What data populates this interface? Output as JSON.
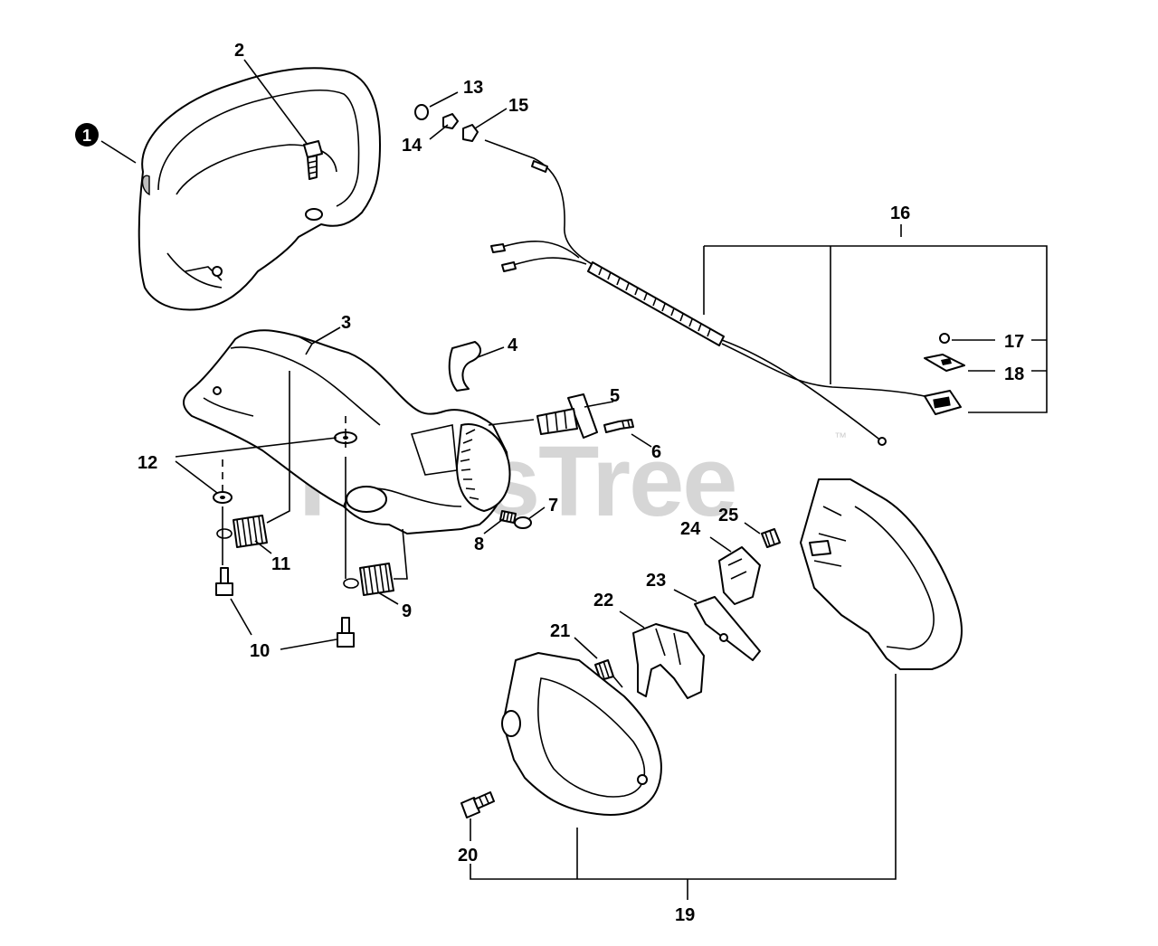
{
  "watermark": {
    "text": "PartsTree",
    "tm": "™"
  },
  "callouts": [
    {
      "id": "c1",
      "text": "1"
    },
    {
      "id": "c2",
      "text": "2"
    },
    {
      "id": "c3",
      "text": "3"
    },
    {
      "id": "c4",
      "text": "4"
    },
    {
      "id": "c5",
      "text": "5"
    },
    {
      "id": "c6",
      "text": "6"
    },
    {
      "id": "c7",
      "text": "7"
    },
    {
      "id": "c8",
      "text": "8"
    },
    {
      "id": "c9",
      "text": "9"
    },
    {
      "id": "c10",
      "text": "10"
    },
    {
      "id": "c11",
      "text": "11"
    },
    {
      "id": "c12",
      "text": "12"
    },
    {
      "id": "c13",
      "text": "13"
    },
    {
      "id": "c14",
      "text": "14"
    },
    {
      "id": "c15",
      "text": "15"
    },
    {
      "id": "c16",
      "text": "16"
    },
    {
      "id": "c17",
      "text": "17"
    },
    {
      "id": "c18",
      "text": "18"
    },
    {
      "id": "c19",
      "text": "19"
    },
    {
      "id": "c20",
      "text": "20"
    },
    {
      "id": "c21",
      "text": "21"
    },
    {
      "id": "c22",
      "text": "22"
    },
    {
      "id": "c23",
      "text": "23"
    },
    {
      "id": "c24",
      "text": "24"
    },
    {
      "id": "c25",
      "text": "25"
    }
  ]
}
